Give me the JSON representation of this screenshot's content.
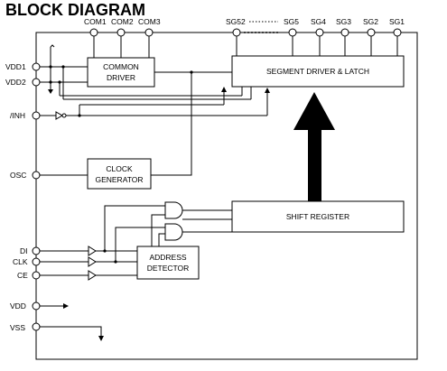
{
  "title": "BLOCK DIAGRAM",
  "pins_top": {
    "com1": "COM1",
    "com2": "COM2",
    "com3": "COM3",
    "sg52": "SG52",
    "sg5": "SG5",
    "sg4": "SG4",
    "sg3": "SG3",
    "sg2": "SG2",
    "sg1": "SG1"
  },
  "pins_left": {
    "vdd1": "VDD1",
    "vdd2": "VDD2",
    "inh": "/INH",
    "osc": "OSC",
    "di": "DI",
    "clk": "CLK",
    "ce": "CE",
    "vdd": "VDD",
    "vss": "VSS"
  },
  "blocks": {
    "common_driver": [
      "COMMON",
      "DRIVER"
    ],
    "segment_driver": "SEGMENT DRIVER & LATCH",
    "clock_generator": [
      "CLOCK",
      "GENERATOR"
    ],
    "shift_register": "SHIFT REGISTER",
    "address_detector": [
      "ADDRESS",
      "DETECTOR"
    ]
  }
}
